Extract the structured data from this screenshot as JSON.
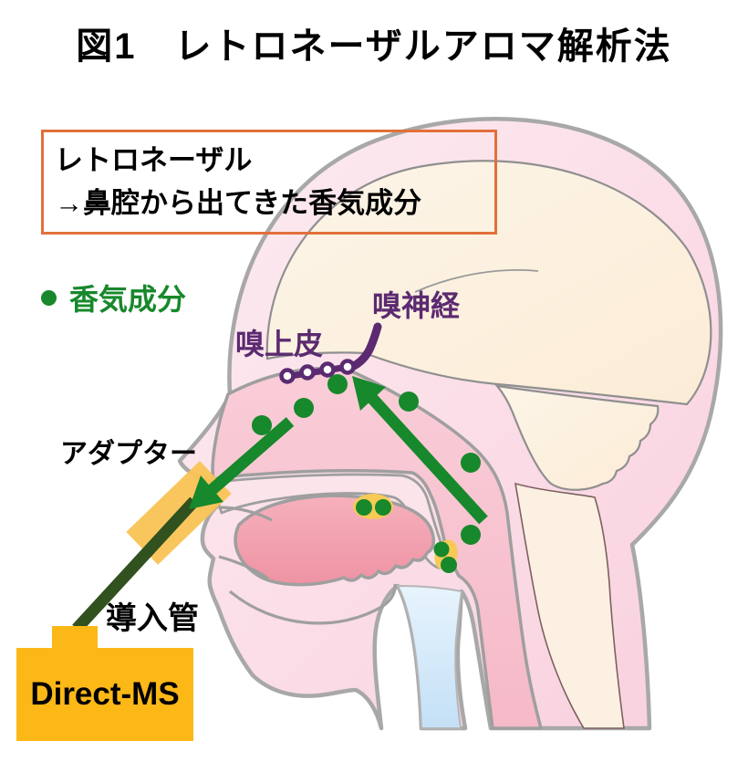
{
  "title": "図1　レトロネーザルアロマ解析法",
  "info_box": {
    "line1": "レトロネーザル",
    "line2": "→鼻腔から出てきた香気成分"
  },
  "legend": {
    "aroma_label": "香気成分"
  },
  "labels": {
    "olfactory_epithelium": "嗅上皮",
    "olfactory_nerve": "嗅神経",
    "adapter": "アダプター",
    "inlet_tube": "導入管",
    "device": "Direct-MS"
  },
  "colors": {
    "aroma_green": "#17882b",
    "tube_dark_green": "#31511e",
    "purple": "#5b2a70",
    "info_box_border_orange": "#e2703a",
    "device_orange": "#fcb817",
    "adapter_yellow": "#f9c355",
    "bolus_yellow": "#f7ca56",
    "head_pink": "#fbdde7",
    "nasal_cavity_pink": "#f8c5d1",
    "tongue_pink": "#f2a2b2",
    "airway_blue": "#cfe7f8",
    "brain_cream": "#fdf3e4",
    "outline_gray": "#a8a8a8"
  }
}
